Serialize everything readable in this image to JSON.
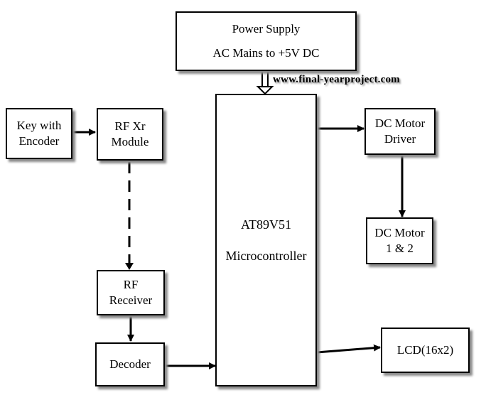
{
  "blocks": {
    "power_supply": {
      "line1": "Power Supply",
      "line2": "AC Mains to +5V DC"
    },
    "key_encoder": {
      "line1": "Key with",
      "line2": "Encoder"
    },
    "rf_tx": {
      "line1": "RF Xr",
      "line2": "Module"
    },
    "microcontroller": {
      "line1": "AT89V51",
      "line2": "Microcontroller"
    },
    "dc_motor_driver": {
      "line1": "DC Motor",
      "line2": "Driver"
    },
    "dc_motor": {
      "line1": "DC Motor",
      "line2": "1 & 2"
    },
    "rf_receiver": {
      "line1": "RF",
      "line2": "Receiver"
    },
    "decoder": {
      "line1": "Decoder"
    },
    "lcd": {
      "line1": "LCD(16x2)"
    }
  },
  "watermark": "www.final-yearproject.com"
}
